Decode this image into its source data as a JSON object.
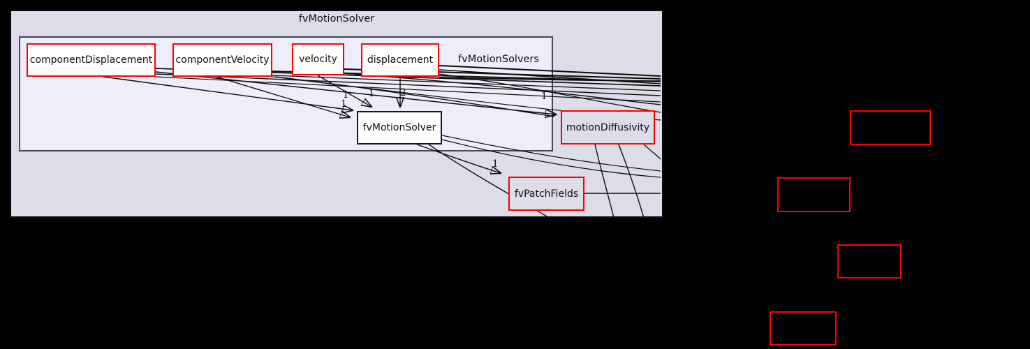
{
  "graph": {
    "title": "fvMotionSolver",
    "inner_label": "fvMotionSolvers",
    "nodes": {
      "componentDisplacement": {
        "label": "componentDisplacement"
      },
      "componentVelocity": {
        "label": "componentVelocity"
      },
      "velocity": {
        "label": "velocity"
      },
      "displacement": {
        "label": "displacement"
      },
      "fvMotionSolver": {
        "label": "fvMotionSolver"
      },
      "motionDiffusivity": {
        "label": "motionDiffusivity"
      },
      "fvPatchFields": {
        "label": "fvPatchFields"
      }
    },
    "edge_labels": {
      "a1": "1",
      "a2": "1",
      "a3": "1",
      "a4": "2",
      "a5": "1",
      "a7": "1"
    },
    "colors": {
      "background": "#000000",
      "outer_cluster_fill": "#dddce9",
      "inner_cluster_fill": "#eeeefb",
      "outer_cluster_border": "#0a0a0f",
      "inner_cluster_border": "#46464f",
      "node_border_red": "#ff0000",
      "node_border_dark": "#16161d",
      "node_fill_white": "#ffffff",
      "edge": "#0d0d0d"
    }
  }
}
